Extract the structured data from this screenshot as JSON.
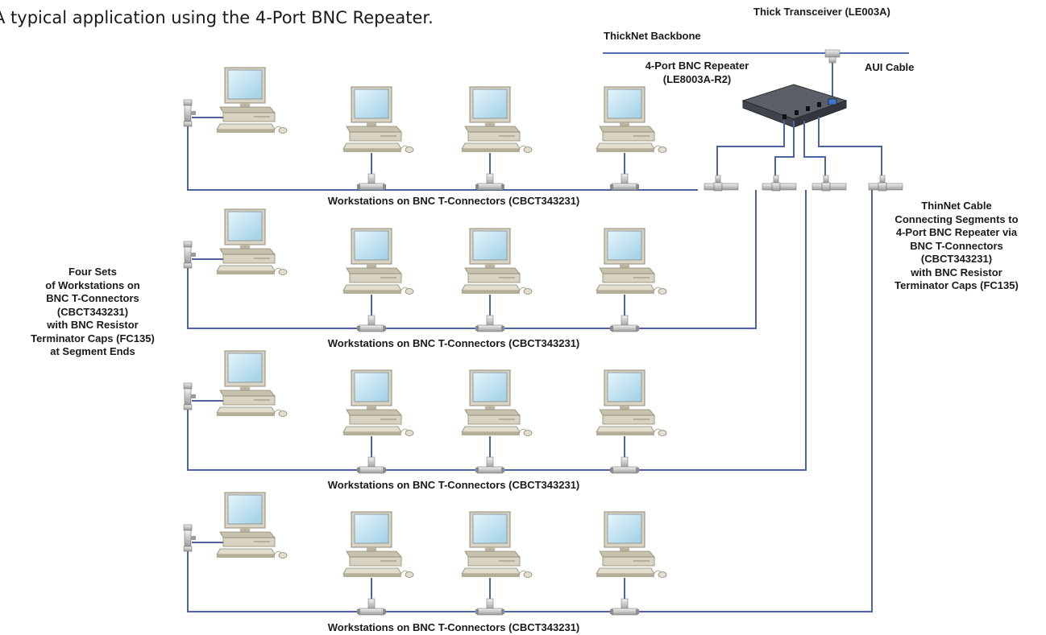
{
  "caption": "A typical application using the 4-Port BNC Repeater.",
  "labels": {
    "thick_transceiver": "Thick Transceiver (LE003A)",
    "thicknet_backbone": "ThickNet Backbone",
    "aui_cable": "AUI Cable",
    "repeater_line1": "4-Port BNC Repeater",
    "repeater_line2": "(LE8003A-R2)",
    "segment_caption": "Workstations on BNC T-Connectors (CBCT343231)",
    "left_note": [
      "Four Sets",
      "of Workstations on",
      "BNC T-Connectors",
      "(CBCT343231)",
      "with BNC Resistor",
      "Terminator Caps (FC135)",
      "at Segment Ends"
    ],
    "right_note": [
      "ThinNet Cable",
      "Connecting Segments to",
      "4-Port BNC Repeater via",
      "BNC T-Connectors",
      "(CBCT343231)",
      "with BNC Resistor",
      "Terminator Caps (FC135)"
    ]
  },
  "colors": {
    "cable": "#4a64a4",
    "backbone": "#4f6fb8",
    "computer_body": "#d9d4c2",
    "computer_shadow": "#a9a28c",
    "screen": "#bfe3f2",
    "repeater_top": "#5a5f68",
    "repeater_side": "#33373d"
  },
  "icons": [
    "desktop-computer-icon",
    "bnc-t-connector-icon",
    "terminator-cap-icon",
    "repeater-hub-icon",
    "thick-transceiver-icon"
  ]
}
